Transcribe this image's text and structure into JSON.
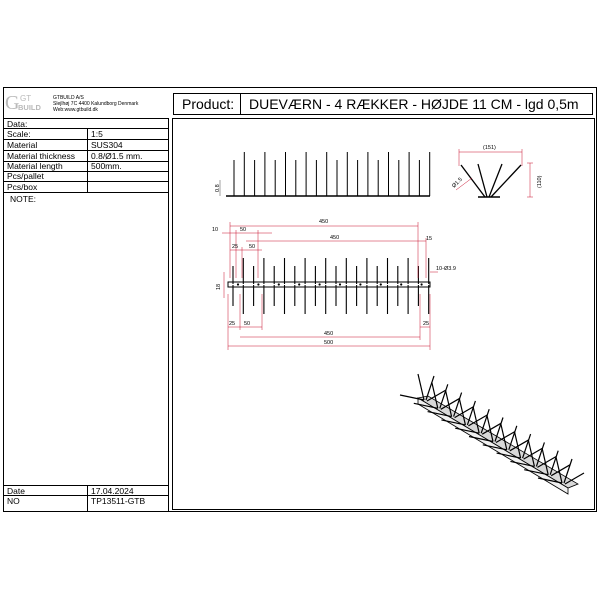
{
  "logo": {
    "letters_top": "GT",
    "letters_bottom": "BUILD"
  },
  "company": {
    "name": "GTBUILD A/S",
    "address": "Slejlhøj 7C 4400 Kalundborg Denmark",
    "web": "Web:www.gtbuild.dk"
  },
  "product": {
    "label": "Product:",
    "title": "DUEVÆRN - 4 RÆKKER - HØJDE 11 CM - lgd 0,5m"
  },
  "info": {
    "data_label": "Data:",
    "scale_label": "Scale:",
    "scale_value": "1:5",
    "material_label": "Material",
    "material_value": "SUS304",
    "thickness_label": "Material thickness",
    "thickness_value": "0.8/Ø1.5 mm.",
    "length_label": "Material length",
    "length_value": "500mm.",
    "pallet_label": "Pcs/pallet",
    "box_label": "Pcs/box",
    "note_label": "NOTE:"
  },
  "footer": {
    "date_label": "Date",
    "date_value": "17.04.2024",
    "no_label": "NO",
    "no_value": "TP13511-GTB"
  },
  "dimensions": {
    "side_height": "0.8",
    "top_151": "(151)",
    "side_110": "(110)",
    "dia_15": "Ø1.5",
    "d450_top": "450",
    "d10": "10",
    "d50_a": "50",
    "d450_mid": "450",
    "d15_right": "15",
    "d25_a": "25",
    "d50_b": "50",
    "d18": "18",
    "holes": "10-Ø3.9",
    "d25_b": "25",
    "d50_c": "50",
    "d450_bot": "450",
    "d25_c": "25",
    "d500": "500"
  }
}
